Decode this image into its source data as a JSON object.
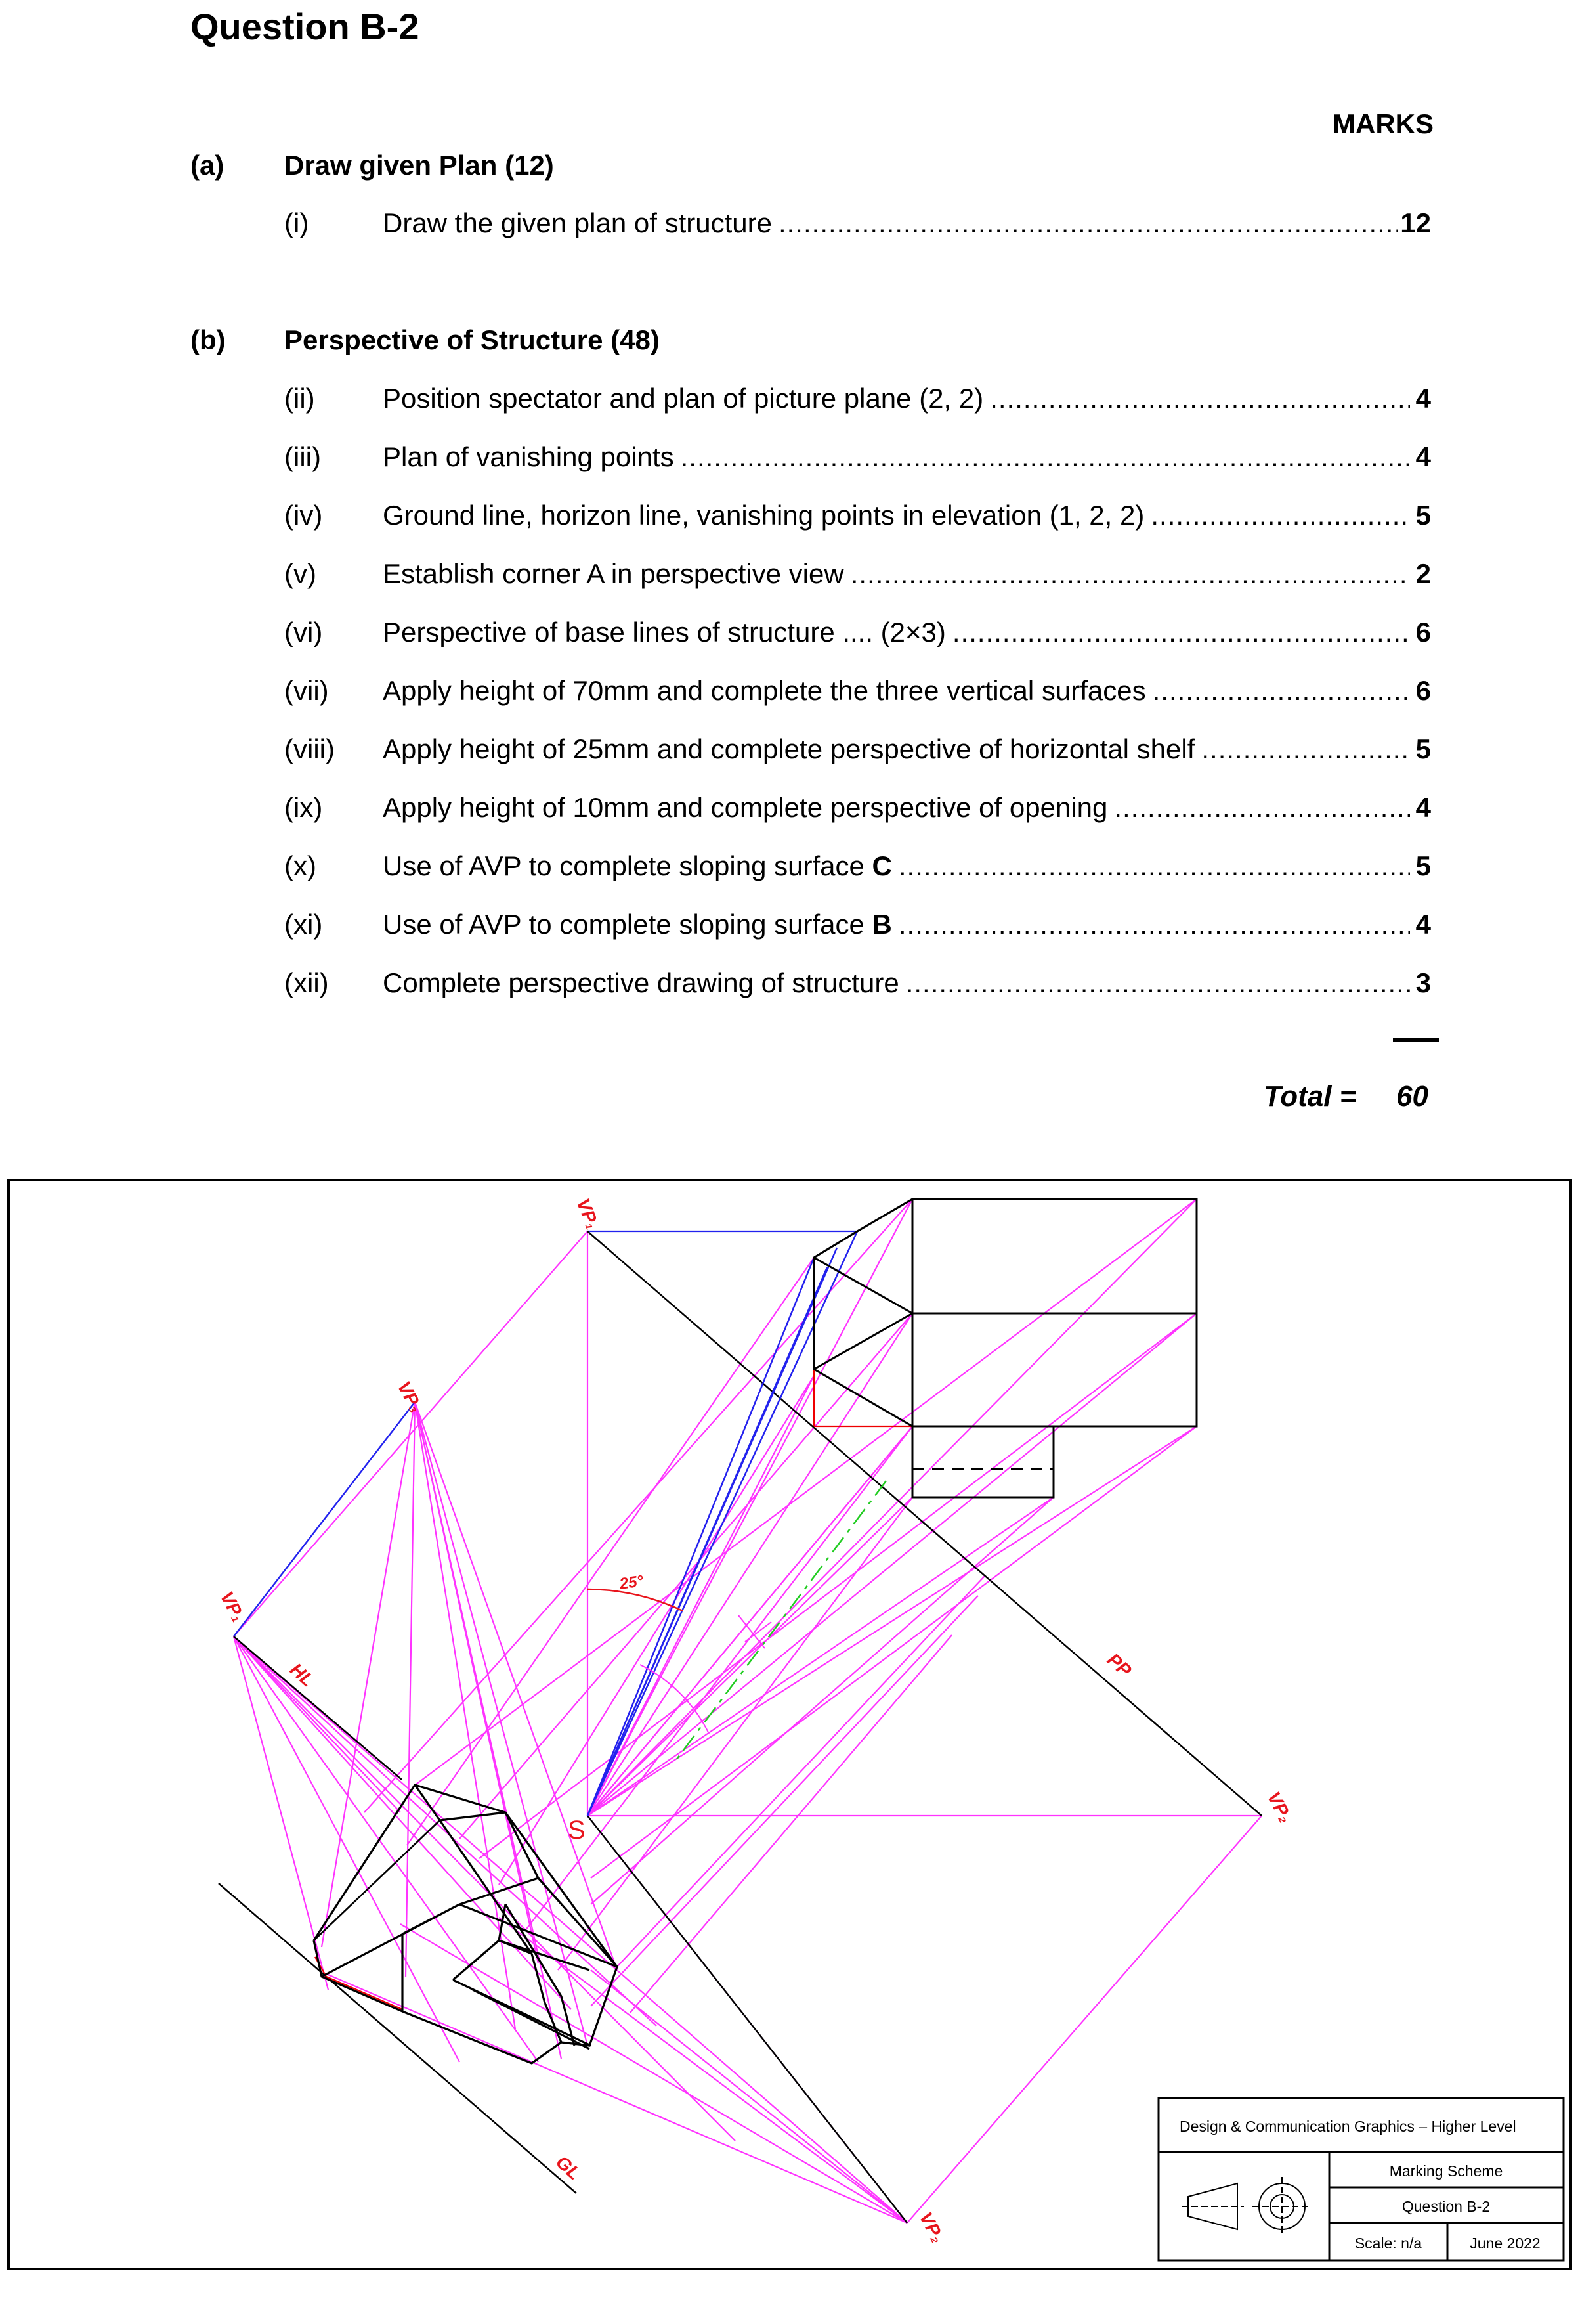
{
  "question_title": "Question B-2",
  "marks_header": "MARKS",
  "sections": [
    {
      "label": "(a)",
      "title": "Draw given Plan (12)",
      "items": [
        {
          "num": "(i)",
          "text": "Draw the given plan of structure",
          "bold_ref": "",
          "mark": "12"
        }
      ]
    },
    {
      "label": "(b)",
      "title": "Perspective of Structure (48)",
      "items": [
        {
          "num": "(ii)",
          "text": "Position spectator and plan of picture plane (2, 2)",
          "bold_ref": "",
          "mark": "4"
        },
        {
          "num": "(iii)",
          "text": "Plan of vanishing points",
          "bold_ref": "",
          "mark": "4"
        },
        {
          "num": "(iv)",
          "text": "Ground line, horizon line, vanishing points in elevation (1, 2, 2)",
          "bold_ref": "",
          "mark": "5"
        },
        {
          "num": "(v)",
          "text": "Establish corner A in perspective view",
          "bold_ref": "",
          "mark": "2"
        },
        {
          "num": "(vi)",
          "text": "Perspective of base lines of structure .... (2×3)",
          "bold_ref": "",
          "mark": "6"
        },
        {
          "num": "(vii)",
          "text": "Apply height of 70mm and complete the three vertical surfaces",
          "bold_ref": "",
          "mark": "6"
        },
        {
          "num": "(viii)",
          "text": "Apply height of 25mm and complete perspective of horizontal shelf",
          "bold_ref": "",
          "mark": "5"
        },
        {
          "num": "(ix)",
          "text": "Apply height of 10mm and complete perspective of opening",
          "bold_ref": "",
          "mark": "4"
        },
        {
          "num": "(x)",
          "text": "Use of AVP to complete sloping surface ",
          "bold_ref": "C",
          "mark": "5"
        },
        {
          "num": "(xi)",
          "text": "Use of AVP to complete sloping surface ",
          "bold_ref": "B",
          "mark": "4"
        },
        {
          "num": "(xii)",
          "text": "Complete perspective drawing of structure",
          "bold_ref": "",
          "mark": "3"
        }
      ]
    }
  ],
  "total": {
    "label": "Total =",
    "value": "60"
  },
  "drawing": {
    "labels": {
      "vp1_top": "VP₁",
      "vp3": "VP₃",
      "vp1_left": "VP₁",
      "hl": "HL",
      "pp": "PP",
      "vp2_right": "VP₂",
      "vp2_bottom": "VP₂",
      "gl": "GL",
      "s": "S",
      "angle": "25°"
    },
    "colors": {
      "construction": "#ff33ff",
      "outline": "#000000",
      "blue": "#2222ee",
      "red": "#ee0000",
      "green": "#22cc22",
      "label_red": "#e8141c"
    }
  },
  "title_block": {
    "header": "Design & Communication Graphics – Higher Level",
    "row1": "Marking Scheme",
    "row2": "Question B-2",
    "scale": "Scale: n/a",
    "date": "June 2022",
    "symbol_icon": "first-angle-projection-icon"
  }
}
